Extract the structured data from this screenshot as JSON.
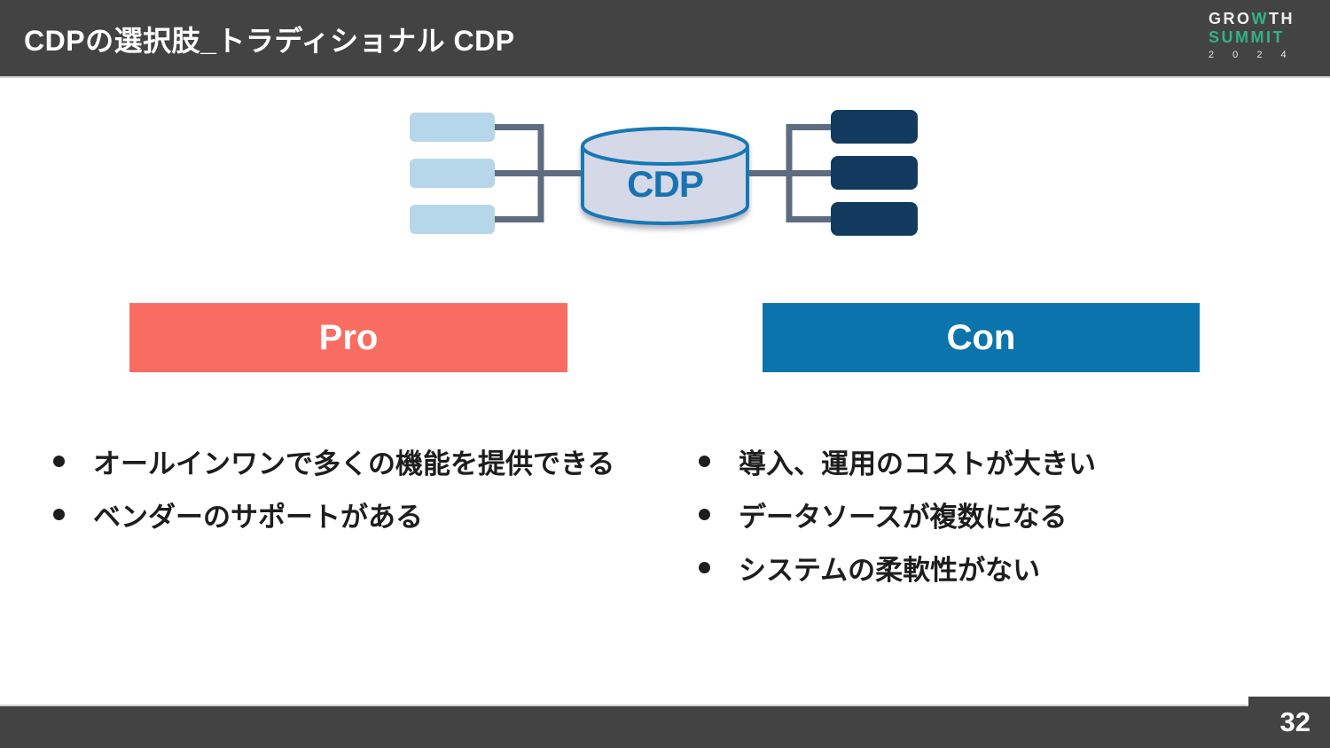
{
  "header": {
    "title": "CDPの選択肢_トラディショナル CDP",
    "bg_color": "#434343",
    "logo": {
      "line1_pre": "GRO",
      "line1_w": "W",
      "line1_post": "TH",
      "line2": "SUMMIT",
      "line3": "2 0 2 4",
      "green": "#34b187"
    }
  },
  "diagram": {
    "cdp_label": "CDP",
    "source_count": 3,
    "destination_count": 3,
    "colors": {
      "source_box_fill": "#b6d7e9",
      "destination_box_fill": "#123a5e",
      "connector": "#5e6c80",
      "cylinder_fill": "#d5d9e7",
      "cylinder_stroke": "#1878b4",
      "cdp_text": "#1973b0"
    }
  },
  "pro": {
    "label": "Pro",
    "bg_color": "#f96c62",
    "items": [
      "オールインワンで多くの機能を提供できる",
      "ベンダーのサポートがある"
    ]
  },
  "con": {
    "label": "Con",
    "bg_color": "#0b74ad",
    "items": [
      "導入、運用のコストが大きい",
      "データソースが複数になる",
      "システムの柔軟性がない"
    ]
  },
  "footer": {
    "page_number": "32",
    "bg_color": "#434343"
  }
}
